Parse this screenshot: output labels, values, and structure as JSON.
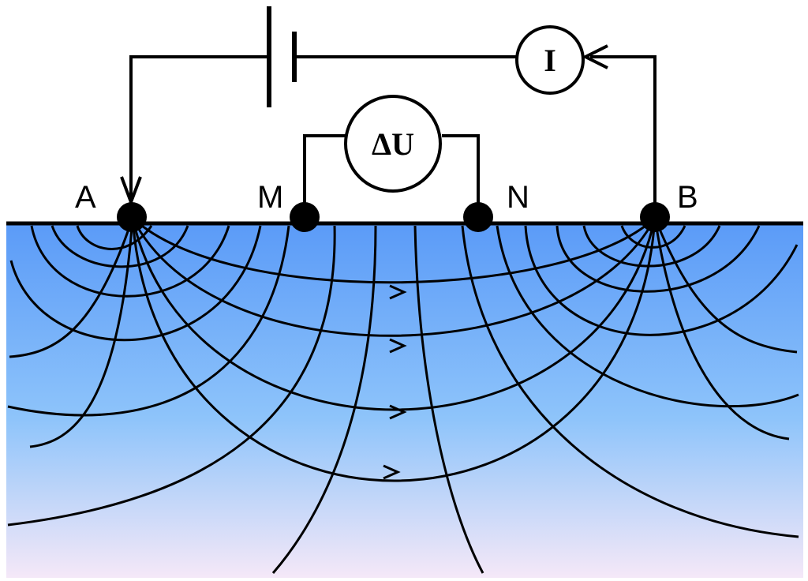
{
  "electrodes": [
    {
      "id": "A",
      "label": "A"
    },
    {
      "id": "M",
      "label": "M"
    },
    {
      "id": "N",
      "label": "N"
    },
    {
      "id": "B",
      "label": "B"
    }
  ],
  "meters": {
    "current": {
      "symbol": "I"
    },
    "voltage": {
      "symbol": "ΔU"
    }
  },
  "colors": {
    "ground_top": "#5b9bf8",
    "ground_mid": "#8ec4fa",
    "ground_bottom": "#f5e8f8",
    "ink": "#000000"
  }
}
